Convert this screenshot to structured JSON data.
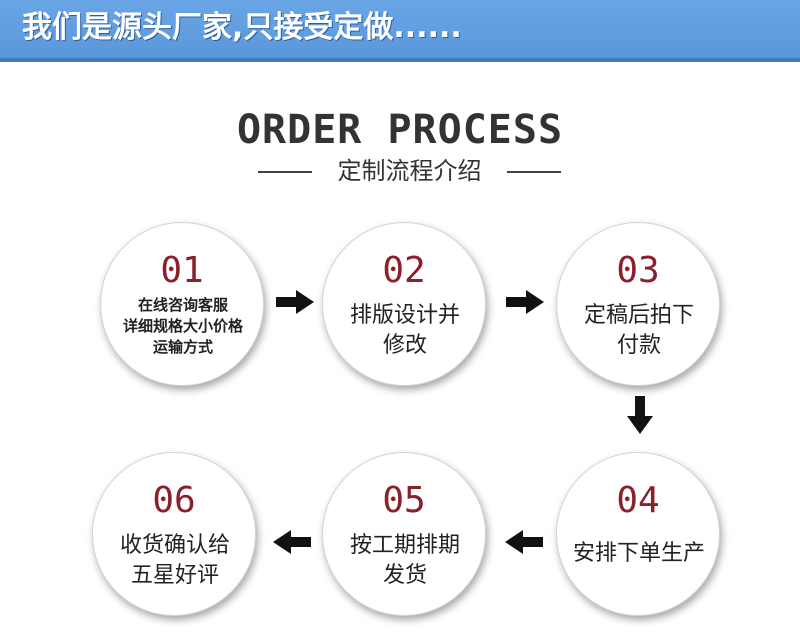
{
  "banner": {
    "text": "我们是源头厂家,只接受定做......"
  },
  "heading": {
    "title": "ORDER PROCESS",
    "subtitle": "定制流程介绍"
  },
  "steps": [
    {
      "number": "01",
      "text": "在线咨询客服\n详细规格大小价格\n运输方式"
    },
    {
      "number": "02",
      "text": "排版设计并\n修改"
    },
    {
      "number": "03",
      "text": "定稿后拍下\n付款"
    },
    {
      "number": "04",
      "text": "安排下单生产"
    },
    {
      "number": "05",
      "text": "按工期排期\n发货"
    },
    {
      "number": "06",
      "text": "收货确认给\n五星好评"
    }
  ],
  "colors": {
    "banner": "#5a97da",
    "step_number": "#8b1f2a",
    "arrow": "#111111"
  },
  "arrows": [
    {
      "icon": "arrow-right-icon"
    },
    {
      "icon": "arrow-right-icon"
    },
    {
      "icon": "arrow-down-icon"
    },
    {
      "icon": "arrow-left-icon"
    },
    {
      "icon": "arrow-left-icon"
    }
  ]
}
